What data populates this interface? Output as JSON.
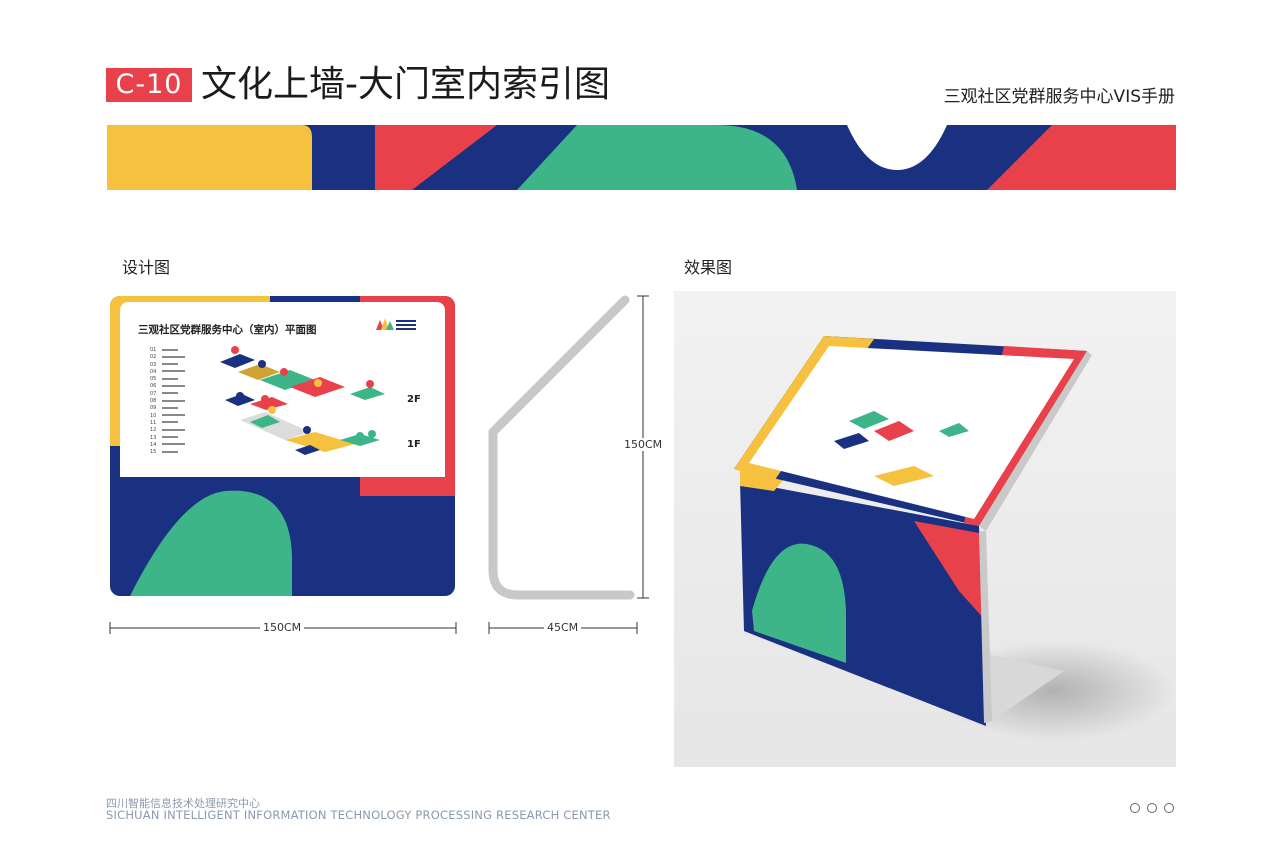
{
  "header": {
    "code": "C-10",
    "title": "文化上墙-大门室内索引图",
    "manual_title": "三观社区党群服务中心VIS手册"
  },
  "sections": {
    "design_label": "设计图",
    "effect_label": "效果图"
  },
  "board": {
    "title": "三观社区党群服务中心（室内）平面图",
    "floor_2": "2F",
    "floor_1": "1F",
    "legend_numbers": [
      "01",
      "02",
      "03",
      "04",
      "05",
      "06",
      "07",
      "08",
      "09",
      "10",
      "11",
      "12",
      "13",
      "14",
      "15"
    ]
  },
  "dimensions": {
    "board_width": "150CM",
    "stand_depth": "45CM",
    "stand_height": "150CM"
  },
  "footer": {
    "org_cn": "四川智能信息技术处理研究中心",
    "org_en": "SICHUAN INTELLIGENT INFORMATION TECHNOLOGY  PROCESSING RESEARCH CENTER"
  },
  "colors": {
    "red": "#e8414c",
    "navy": "#1a3080",
    "green": "#3db589",
    "yellow": "#f7c140",
    "gray": "#c8c8c8"
  }
}
